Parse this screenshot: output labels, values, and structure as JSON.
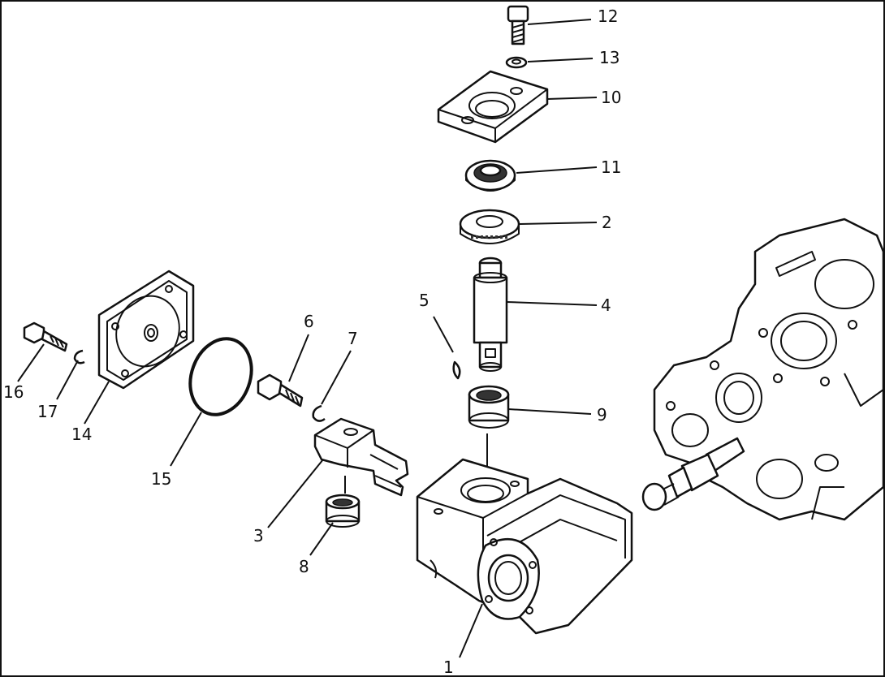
{
  "callouts": [
    {
      "id": "c12",
      "text": "12"
    },
    {
      "id": "c13",
      "text": "13"
    },
    {
      "id": "c10",
      "text": "10"
    },
    {
      "id": "c11",
      "text": "11"
    },
    {
      "id": "c2",
      "text": "2"
    },
    {
      "id": "c4",
      "text": "4"
    },
    {
      "id": "c5",
      "text": "5"
    },
    {
      "id": "c9",
      "text": "9"
    },
    {
      "id": "c6",
      "text": "6"
    },
    {
      "id": "c7",
      "text": "7"
    },
    {
      "id": "c16",
      "text": "16"
    },
    {
      "id": "c17",
      "text": "17"
    },
    {
      "id": "c14",
      "text": "14"
    },
    {
      "id": "c15",
      "text": "15"
    },
    {
      "id": "c3",
      "text": "3"
    },
    {
      "id": "c8",
      "text": "8"
    },
    {
      "id": "c1",
      "text": "1"
    }
  ],
  "colors": {
    "line": "#111111",
    "background": "#ffffff"
  }
}
